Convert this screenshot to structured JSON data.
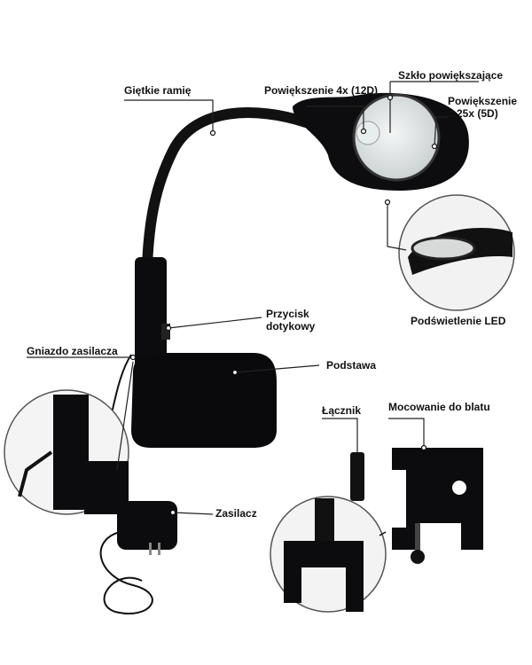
{
  "labels": {
    "flexible_arm": "Giętkie ramię",
    "mag_4x": "Powiększenie 4x (12D)",
    "glass": "Szkło powiększające",
    "mag_225x_line1": "Powiększenie",
    "mag_225x_line2": "2.25x (5D)",
    "led": "Podświetlenie LED",
    "touch_line1": "Przycisk",
    "touch_line2": "dotykowy",
    "socket": "Gniazdo zasilacza",
    "base": "Podstawa",
    "connector": "Łącznik",
    "clamp": "Mocowanie do blatu",
    "adapter": "Zasilacz"
  }
}
